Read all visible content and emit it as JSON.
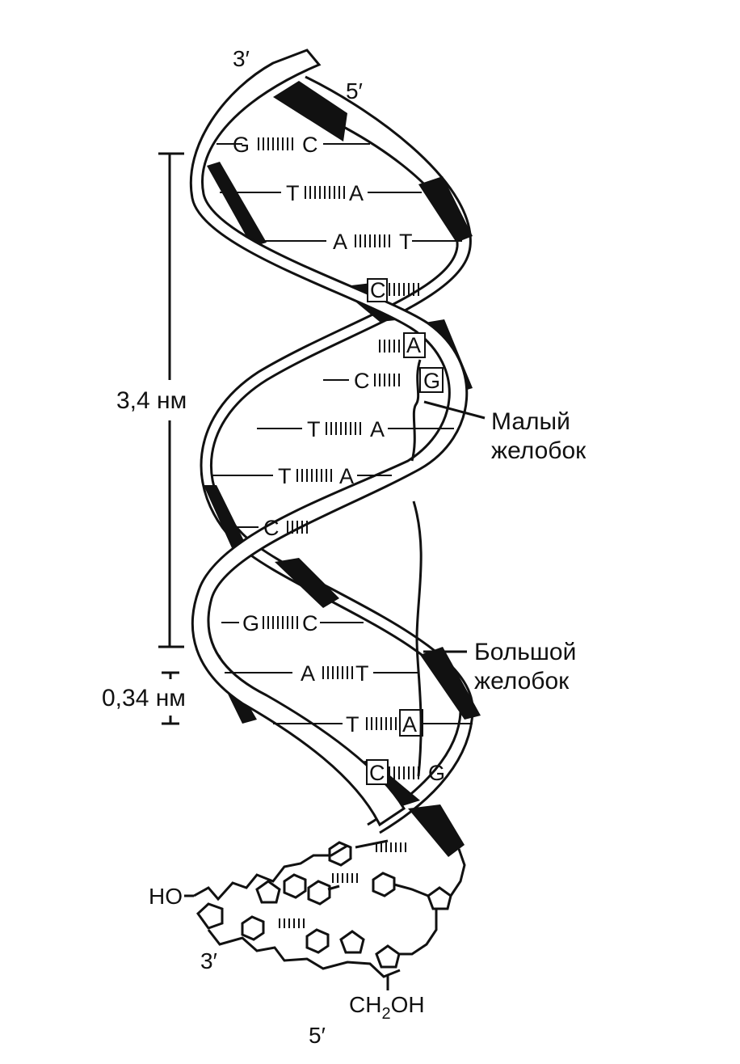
{
  "strand_ends": {
    "top_left": "3′",
    "top_right": "5′",
    "bottom_left": "3′",
    "bottom_right": "5′"
  },
  "base_pairs": [
    {
      "left": "G",
      "right": "C"
    },
    {
      "left": "T",
      "right": "A"
    },
    {
      "left": "A",
      "right": "T"
    },
    {
      "left": "C",
      "right": ""
    },
    {
      "left": "",
      "right": "A"
    },
    {
      "left": "C",
      "right": "G"
    },
    {
      "left": "T",
      "right": "A"
    },
    {
      "left": "T",
      "right": "A"
    },
    {
      "left": "C",
      "right": ""
    },
    {
      "left": "G",
      "right": "C"
    },
    {
      "left": "A",
      "right": "T"
    },
    {
      "left": "T",
      "right": "A"
    },
    {
      "left": "C",
      "right": "G"
    }
  ],
  "measurements": {
    "pitch": "3,4 нм",
    "rise": "0,34 нм"
  },
  "grooves": {
    "minor_line1": "Малый",
    "minor_line2": "желобок",
    "major_line1": "Большой",
    "major_line2": "желобок"
  },
  "chemistry": {
    "hydroxyl": "HO",
    "ch2oh_main": "CH",
    "ch2oh_sub": "2",
    "ch2oh_tail": "OH"
  },
  "colors": {
    "ink": "#111111",
    "ribbon_fill": "#ffffff",
    "shade": "#111111"
  }
}
